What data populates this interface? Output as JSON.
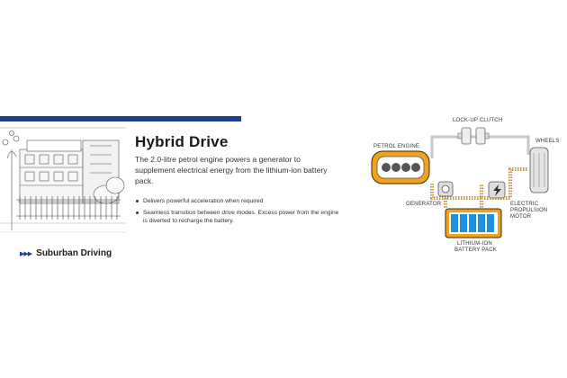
{
  "page": {
    "heading": "Hybrid Drive",
    "intro": "The 2.0-litre petrol engine powers a generator to supplement electrical energy from the lithium-ion battery pack.",
    "bullets": [
      "Delivers powerful acceleration when required",
      "Seamless transition between drive modes. Excess power from the engine is diverted to recharge the battery."
    ],
    "caption_arrows": "▶▶▶",
    "caption": "Suburban Driving"
  },
  "diagram": {
    "labels": {
      "lockup_clutch": "LOCK-UP CLUTCH",
      "petrol_engine": "PETROL ENGINE",
      "wheels": "WHEELS",
      "generator": "GENERATOR",
      "motor_line1": "ELECTRIC",
      "motor_line2": "PROPULSION",
      "motor_line3": "MOTOR",
      "battery_line1": "LITHIUM-ION",
      "battery_line2": "BATTERY PACK"
    },
    "icons": {
      "motor": "lightning-bolt-icon",
      "generator": "gear-icon",
      "engine": "engine-cylinders-icon"
    }
  },
  "colors": {
    "brand_blue": "#1d3f93",
    "flow_orange": "#f0a21c",
    "battery_blue": "#1f8fe0"
  }
}
